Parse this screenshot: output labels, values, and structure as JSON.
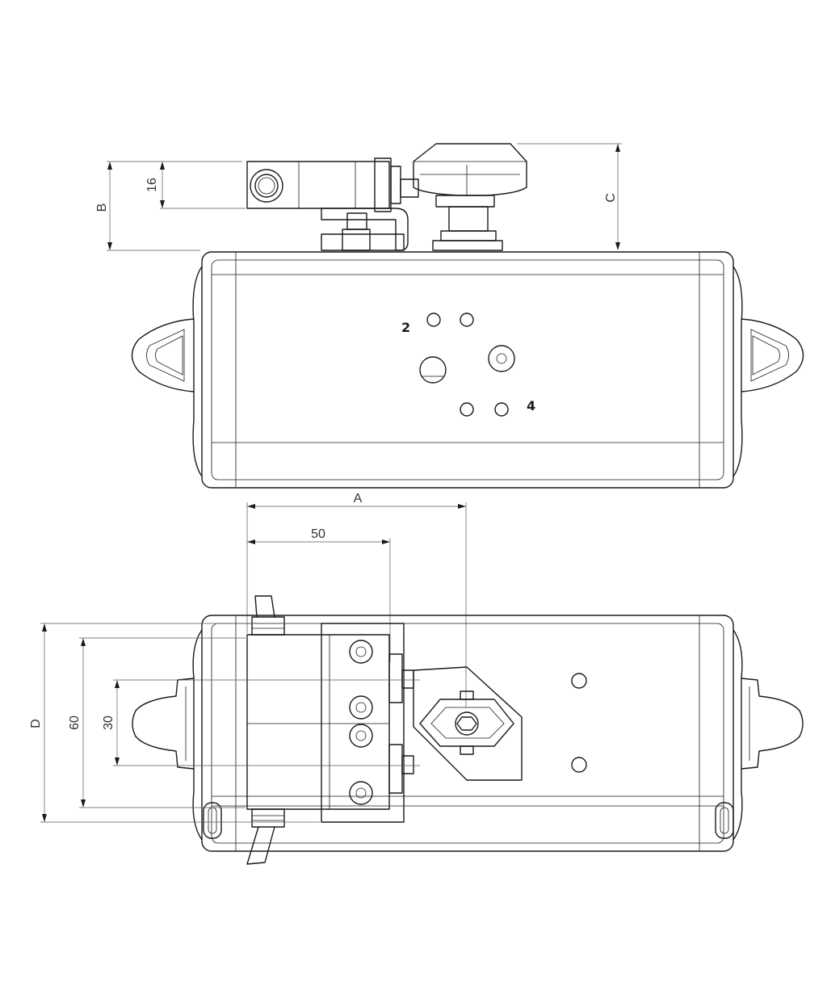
{
  "dimensions": {
    "a": "A",
    "b": "B",
    "c": "C",
    "d": "D",
    "d50": "50",
    "d16": "16",
    "d60": "60",
    "d30": "30"
  },
  "ports": {
    "port_2": "2",
    "port_4": "4"
  }
}
